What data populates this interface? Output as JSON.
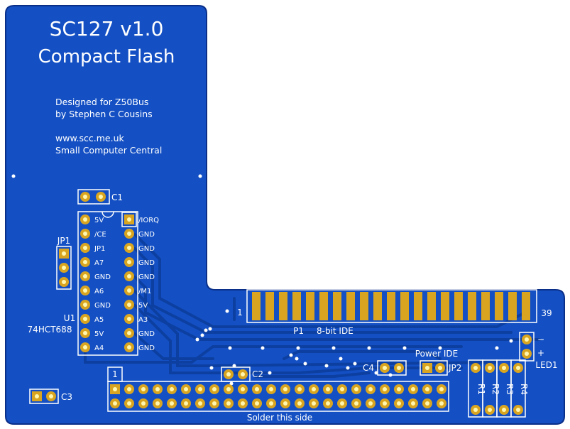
{
  "board": {
    "title": "SC127 v1.0",
    "subtitle": "Compact Flash",
    "credits": [
      "Designed for Z50Bus",
      "by Stephen C Cousins"
    ],
    "links": [
      "www.scc.me.uk",
      "Small Computer Central"
    ],
    "colors": {
      "board": "#1450c4",
      "copper": "#0c3fa0",
      "silk": "#ffffff",
      "pad": "#d9a520",
      "hole": "#fff7b0"
    }
  },
  "ic": {
    "ref": "U1",
    "part": "74HCT688",
    "left_pins": [
      "5V",
      "/CE",
      "JP1",
      "A7",
      "GND",
      "A6",
      "GND",
      "A5",
      "5V",
      "A4"
    ],
    "right_pins": [
      "/IORQ",
      "GND",
      "GND",
      "GND",
      "GND",
      "/M1",
      "5V",
      "A3",
      "GND",
      "GND"
    ]
  },
  "components": {
    "c1": "C1",
    "c2": "C2",
    "c3": "C3",
    "c4": "C4",
    "jp1": "JP1",
    "jp2": "JP2",
    "r1": "R1",
    "r2": "R2",
    "r3": "R3",
    "r4": "R4",
    "led1": "LED1",
    "led_minus": "−",
    "led_plus": "+"
  },
  "connector": {
    "ref": "P1",
    "desc": "8-bit IDE",
    "pin_first": "1",
    "pin_last": "39",
    "power_label": "Power IDE",
    "finger_count": 21
  },
  "header": {
    "pin1_label": "1",
    "solder_note": "Solder this side",
    "columns": 24
  }
}
